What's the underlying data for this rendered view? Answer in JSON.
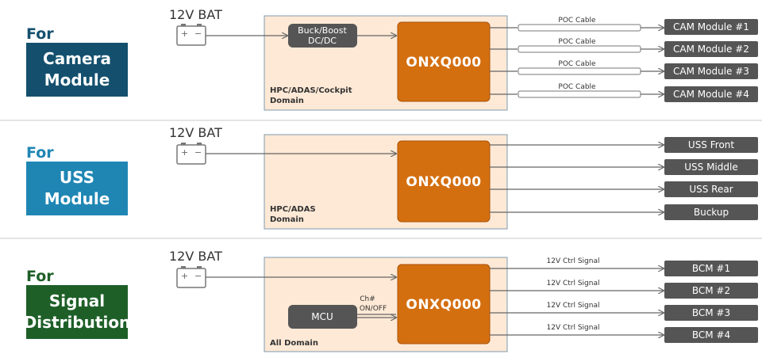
{
  "colors": {
    "camera": "#14506e",
    "uss": "#1f86b4",
    "signal": "#1e5f28",
    "chip": "#d46f10",
    "chip_border": "#a9520a",
    "domain_fill": "#fde9d5",
    "domain_border": "#7f9bb0",
    "dark_box": "#555555"
  },
  "sections": [
    {
      "for_text": "For",
      "module_lines": [
        "Camera",
        "Module"
      ],
      "battery_label": "12V BAT",
      "chip_label": "ONXQ000",
      "domain_lines": [
        "HPC/ADAS/Cockpit",
        "Domain"
      ],
      "converter_lines": [
        "Buck/Boost",
        "DC/DC"
      ],
      "line_label": "POC Cable",
      "outputs": [
        "CAM Module #1",
        "CAM Module #2",
        "CAM Module #3",
        "CAM Module #4"
      ]
    },
    {
      "for_text": "For",
      "module_lines": [
        "USS",
        "Module"
      ],
      "battery_label": "12V BAT",
      "chip_label": "ONXQ000",
      "domain_lines": [
        "HPC/ADAS",
        "Domain"
      ],
      "outputs": [
        "USS Front",
        "USS Middle",
        "USS Rear",
        "Buckup"
      ]
    },
    {
      "for_text": "For",
      "module_lines": [
        "Signal",
        "Distribution"
      ],
      "battery_label": "12V BAT",
      "chip_label": "ONXQ000",
      "domain_lines": [
        "All Domain"
      ],
      "mcu_label": "MCU",
      "mcu_signal_lines": [
        "Ch#",
        "ON/OFF"
      ],
      "line_label": "12V Ctrl Signal",
      "outputs": [
        "BCM #1",
        "BCM #2",
        "BCM #3",
        "BCM #4"
      ]
    }
  ]
}
